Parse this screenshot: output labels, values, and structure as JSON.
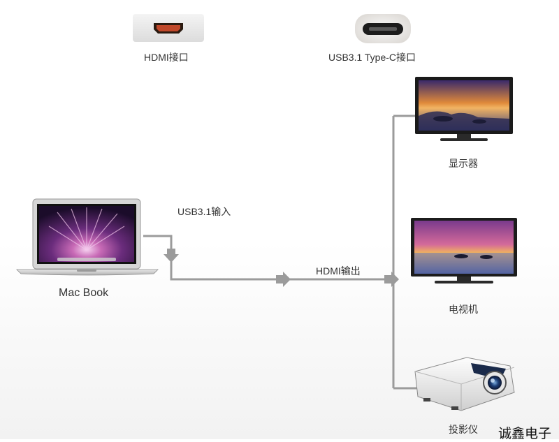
{
  "ports": {
    "hdmi_label": "HDMI接口",
    "usbc_label": "USB3.1 Type-C接口"
  },
  "laptop": {
    "label": "Mac Book"
  },
  "links": {
    "usb_in": "USB3.1输入",
    "hdmi_out": "HDMI输出"
  },
  "devices": {
    "monitor": "显示器",
    "tv": "电视机",
    "projector": "投影仪"
  },
  "watermark": "诚鑫电子",
  "colors": {
    "line": "#9b9b9b",
    "hdmi_port": "#c0482a",
    "screen_purple": "#7a3a8c",
    "screen_sunset": "#e08a3a"
  }
}
